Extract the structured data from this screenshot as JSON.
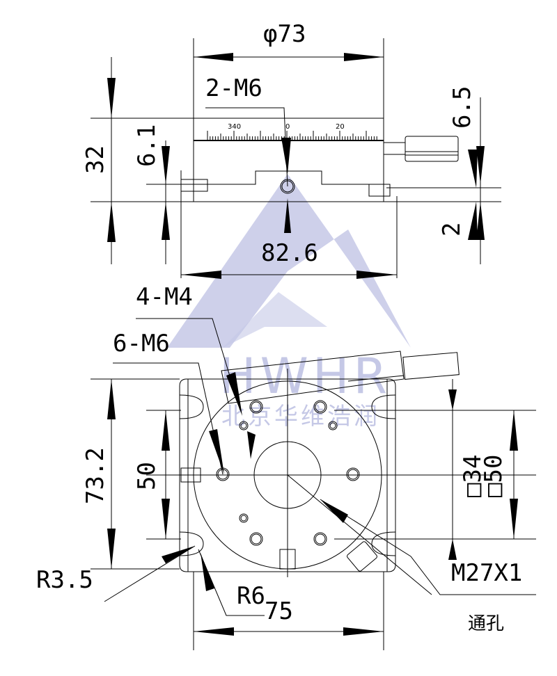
{
  "watermark": {
    "logo": "HWHR",
    "company": "北京华维浩润",
    "color": "#c5c8e6"
  },
  "top_view": {
    "diameter": "φ73",
    "thread_top": "2-M6",
    "height": "32",
    "step": "6.1",
    "right_upper": "6.5",
    "right_lower": "2",
    "width": "82.6",
    "scale": {
      "left": "340",
      "center": "0",
      "right": "20"
    }
  },
  "bottom_view": {
    "thread_m4": "4-M4",
    "thread_m6": "6-M6",
    "height": "73.2",
    "hole_spacing_left": "50",
    "square_inner": "□34",
    "square_outer": "□50",
    "radius_small": "R3.5",
    "radius_large": "R6",
    "width": "75",
    "center_thread": "M27X1",
    "through_hole": "通孔"
  }
}
